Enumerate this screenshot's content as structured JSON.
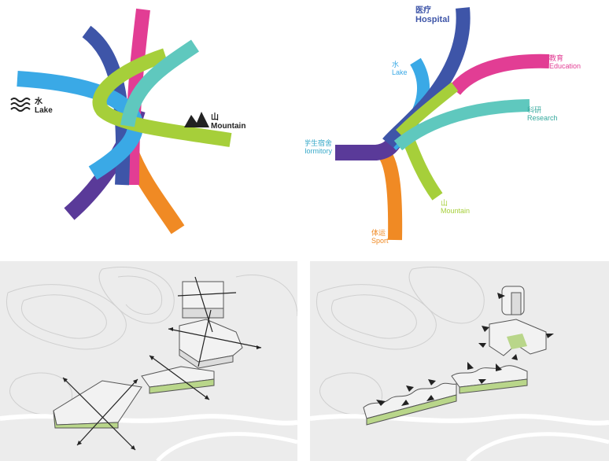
{
  "panel1": {
    "labels": {
      "lake": {
        "cn": "水",
        "en": "Lake"
      },
      "mountain": {
        "cn": "山",
        "en": "Mountain"
      }
    },
    "colors": [
      "#3aa9e6",
      "#e23d94",
      "#3e55a8",
      "#5fc8be",
      "#a6cf3a",
      "#5a3a99",
      "#f08a24"
    ]
  },
  "panel2": {
    "labels": {
      "hospital": {
        "cn": "医疗",
        "en": "Hospital"
      },
      "education": {
        "cn": "教育",
        "en": "Education"
      },
      "lake": {
        "cn": "水",
        "en": "Lake"
      },
      "research": {
        "cn": "科研",
        "en": "Research"
      },
      "dormitory": {
        "cn": "学生宿舍",
        "en": "Student dormitory"
      },
      "mountain": {
        "cn": "山",
        "en": "Mountain"
      },
      "sport": {
        "cn": "体运",
        "en": "Sport"
      }
    },
    "label_colors": {
      "hospital": "#3e55a8",
      "education": "#e23d94",
      "lake": "#3aa9e6",
      "research": "#35a99d",
      "dormitory": "#38a9c9",
      "mountain": "#a6cf3a",
      "sport": "#f08a24"
    }
  },
  "panel3": {
    "description_icons": [
      "arrow-icon",
      "building-block-icon"
    ]
  },
  "panel4": {
    "description_icons": [
      "arrow-icon",
      "building-block-icon"
    ]
  }
}
